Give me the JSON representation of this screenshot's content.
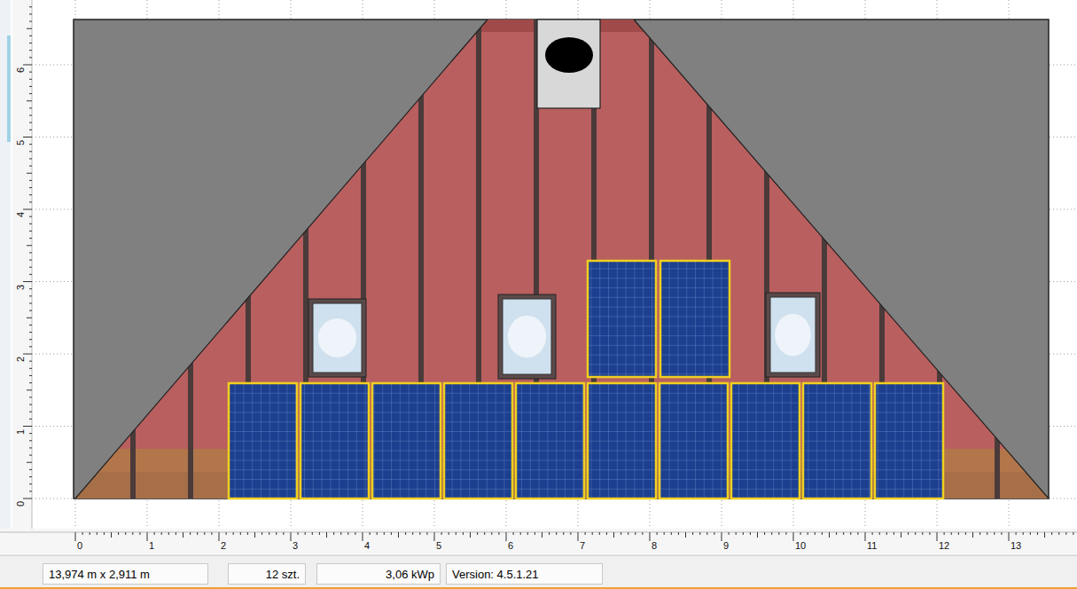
{
  "diagram": {
    "nodes": [
      {
        "text": [
          "13,974 m x 2,911 m"
        ]
      },
      {
        "text": [
          "12 szt."
        ]
      },
      {
        "text": [
          "3,06 kWp"
        ]
      },
      {
        "text": [
          "Version: 4.5.1.21"
        ]
      }
    ],
    "labels": [
      "0",
      "1",
      "2",
      "3",
      "4",
      "5",
      "6",
      "7",
      "8",
      "9",
      "10",
      "11",
      "12",
      "13",
      "0",
      "1",
      "2",
      "3",
      "4",
      "5",
      "6"
    ]
  }
}
